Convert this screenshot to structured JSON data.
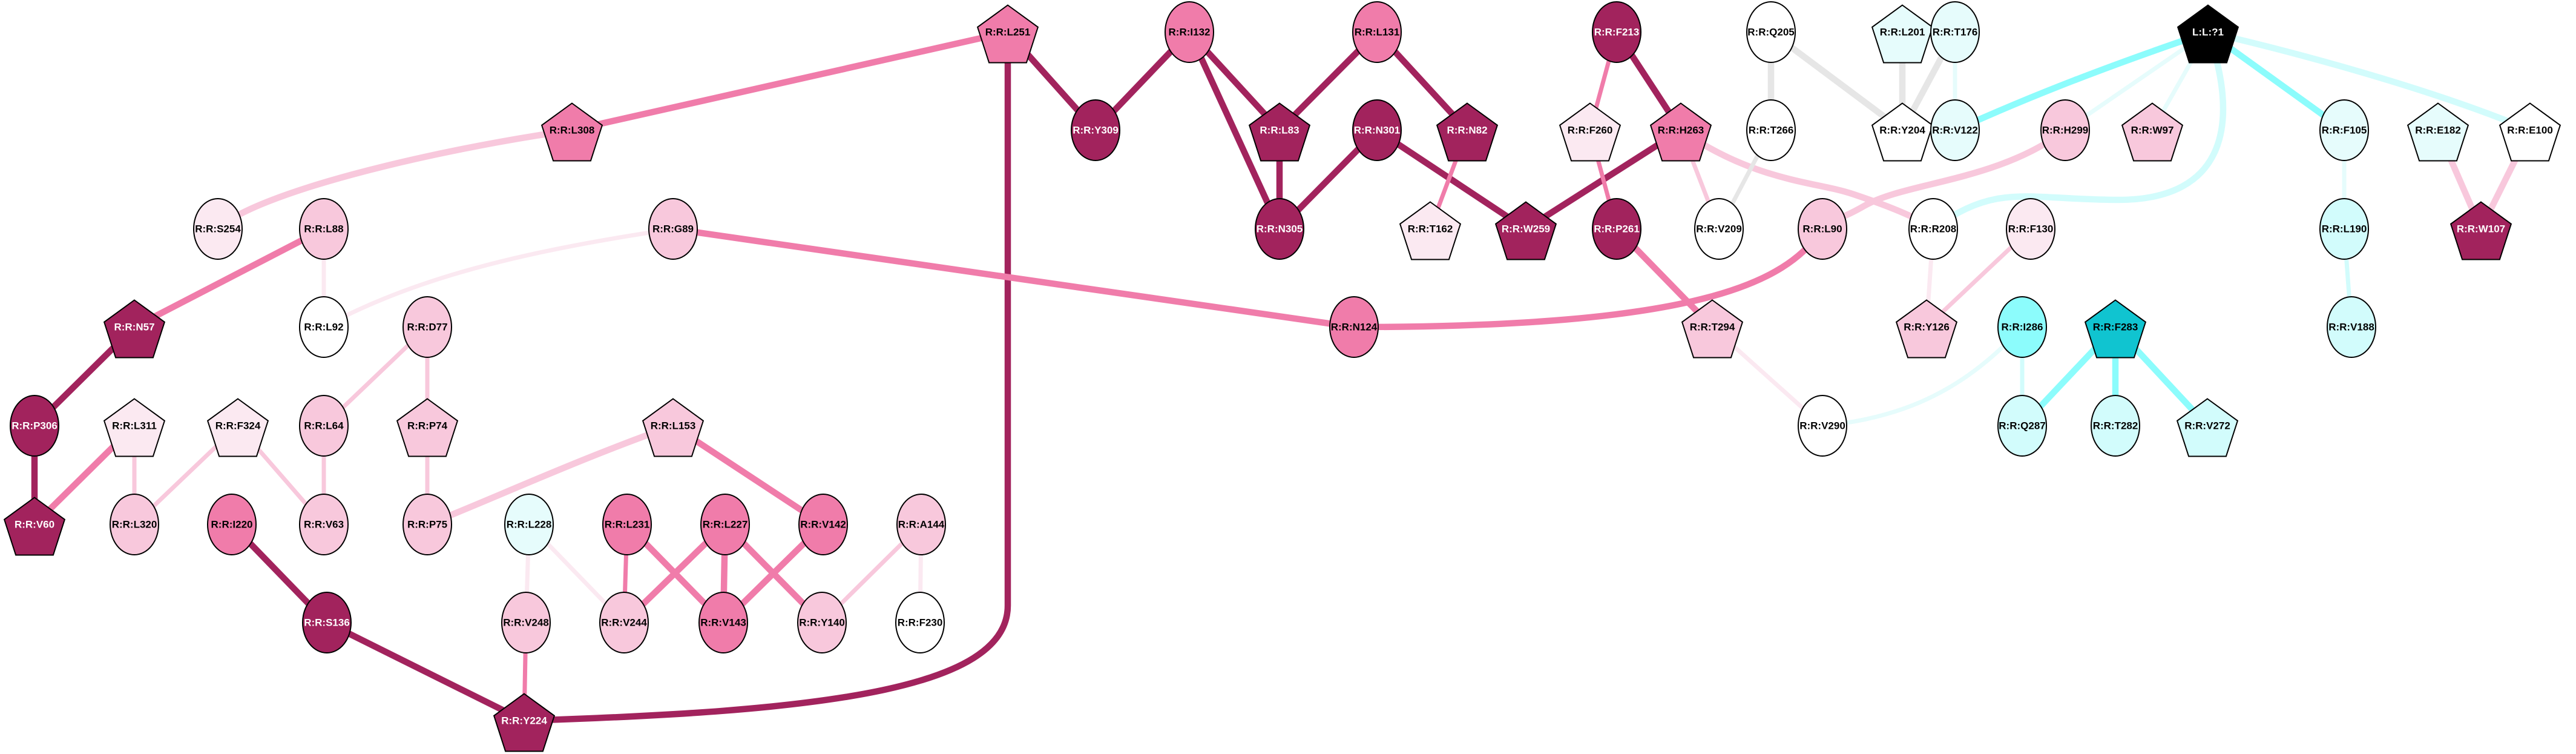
{
  "colors": {
    "dark": "#a2235d",
    "mid": "#f07caa",
    "light": "#f8c8dc",
    "pale": "#fbe9f1",
    "white": "#ffffff",
    "cyanpale": "#e6fcfc",
    "cyanlight": "#d2fcfc",
    "cyan": "#8cfcfc",
    "teal": "#10c4d0",
    "black": "#000000",
    "grey": "#e6e6e6"
  },
  "nodes": [
    {
      "id": "L251",
      "label": "R:R:L251",
      "shape": "pentagon",
      "fill": "mid"
    },
    {
      "id": "I132",
      "label": "R:R:I132",
      "shape": "ellipse",
      "fill": "mid"
    },
    {
      "id": "L131",
      "label": "R:R:L131",
      "shape": "ellipse",
      "fill": "mid"
    },
    {
      "id": "F213",
      "label": "R:R:F213",
      "shape": "ellipse",
      "fill": "dark"
    },
    {
      "id": "Q205",
      "label": "R:R:Q205",
      "shape": "ellipse",
      "fill": "white"
    },
    {
      "id": "L201",
      "label": "R:R:L201",
      "shape": "pentagon",
      "fill": "cyanpale"
    },
    {
      "id": "T176",
      "label": "R:R:T176",
      "shape": "ellipse",
      "fill": "cyanpale"
    },
    {
      "id": "LIG",
      "label": "L:L:?1",
      "shape": "pentagon",
      "fill": "black"
    },
    {
      "id": "L308",
      "label": "R:R:L308",
      "shape": "pentagon",
      "fill": "mid"
    },
    {
      "id": "Y309",
      "label": "R:R:Y309",
      "shape": "ellipse",
      "fill": "dark"
    },
    {
      "id": "L83",
      "label": "R:R:L83",
      "shape": "pentagon",
      "fill": "dark"
    },
    {
      "id": "N301",
      "label": "R:R:N301",
      "shape": "ellipse",
      "fill": "dark"
    },
    {
      "id": "N82",
      "label": "R:R:N82",
      "shape": "pentagon",
      "fill": "dark"
    },
    {
      "id": "F260",
      "label": "R:R:F260",
      "shape": "pentagon",
      "fill": "pale"
    },
    {
      "id": "H263",
      "label": "R:R:H263",
      "shape": "pentagon",
      "fill": "mid"
    },
    {
      "id": "T266",
      "label": "R:R:T266",
      "shape": "ellipse",
      "fill": "white"
    },
    {
      "id": "Y204",
      "label": "R:R:Y204",
      "shape": "pentagon",
      "fill": "white"
    },
    {
      "id": "V122",
      "label": "R:R:V122",
      "shape": "ellipse",
      "fill": "cyanpale"
    },
    {
      "id": "H299",
      "label": "R:R:H299",
      "shape": "ellipse",
      "fill": "light"
    },
    {
      "id": "W97",
      "label": "R:R:W97",
      "shape": "pentagon",
      "fill": "light"
    },
    {
      "id": "F105",
      "label": "R:R:F105",
      "shape": "ellipse",
      "fill": "cyanpale"
    },
    {
      "id": "E182",
      "label": "R:R:E182",
      "shape": "pentagon",
      "fill": "cyanpale"
    },
    {
      "id": "E100",
      "label": "R:R:E100",
      "shape": "pentagon",
      "fill": "white"
    },
    {
      "id": "S254",
      "label": "R:R:S254",
      "shape": "ellipse",
      "fill": "pale"
    },
    {
      "id": "L88",
      "label": "R:R:L88",
      "shape": "ellipse",
      "fill": "light"
    },
    {
      "id": "G89",
      "label": "R:R:G89",
      "shape": "ellipse",
      "fill": "light"
    },
    {
      "id": "N305",
      "label": "R:R:N305",
      "shape": "ellipse",
      "fill": "dark"
    },
    {
      "id": "T162",
      "label": "R:R:T162",
      "shape": "pentagon",
      "fill": "pale"
    },
    {
      "id": "W259",
      "label": "R:R:W259",
      "shape": "pentagon",
      "fill": "dark"
    },
    {
      "id": "P261",
      "label": "R:R:P261",
      "shape": "ellipse",
      "fill": "dark"
    },
    {
      "id": "V209",
      "label": "R:R:V209",
      "shape": "ellipse",
      "fill": "white"
    },
    {
      "id": "L90",
      "label": "R:R:L90",
      "shape": "ellipse",
      "fill": "light"
    },
    {
      "id": "R208",
      "label": "R:R:R208",
      "shape": "ellipse",
      "fill": "white"
    },
    {
      "id": "F130",
      "label": "R:R:F130",
      "shape": "ellipse",
      "fill": "pale"
    },
    {
      "id": "L190",
      "label": "R:R:L190",
      "shape": "ellipse",
      "fill": "cyanlight"
    },
    {
      "id": "W107",
      "label": "R:R:W107",
      "shape": "pentagon",
      "fill": "dark"
    },
    {
      "id": "N57",
      "label": "R:R:N57",
      "shape": "pentagon",
      "fill": "dark"
    },
    {
      "id": "L92",
      "label": "R:R:L92",
      "shape": "ellipse",
      "fill": "white"
    },
    {
      "id": "D77",
      "label": "R:R:D77",
      "shape": "ellipse",
      "fill": "light"
    },
    {
      "id": "N124",
      "label": "R:R:N124",
      "shape": "ellipse",
      "fill": "mid"
    },
    {
      "id": "T294",
      "label": "R:R:T294",
      "shape": "pentagon",
      "fill": "light"
    },
    {
      "id": "Y126",
      "label": "R:R:Y126",
      "shape": "pentagon",
      "fill": "light"
    },
    {
      "id": "I286",
      "label": "R:R:I286",
      "shape": "ellipse",
      "fill": "cyan"
    },
    {
      "id": "F283",
      "label": "R:R:F283",
      "shape": "pentagon",
      "fill": "teal"
    },
    {
      "id": "V188",
      "label": "R:R:V188",
      "shape": "ellipse",
      "fill": "cyanlight"
    },
    {
      "id": "P306",
      "label": "R:R:P306",
      "shape": "ellipse",
      "fill": "dark"
    },
    {
      "id": "L311",
      "label": "R:R:L311",
      "shape": "pentagon",
      "fill": "pale"
    },
    {
      "id": "F324",
      "label": "R:R:F324",
      "shape": "pentagon",
      "fill": "pale"
    },
    {
      "id": "L64",
      "label": "R:R:L64",
      "shape": "ellipse",
      "fill": "light"
    },
    {
      "id": "P74",
      "label": "R:R:P74",
      "shape": "pentagon",
      "fill": "light"
    },
    {
      "id": "L153",
      "label": "R:R:L153",
      "shape": "pentagon",
      "fill": "light"
    },
    {
      "id": "V290",
      "label": "R:R:V290",
      "shape": "ellipse",
      "fill": "white"
    },
    {
      "id": "Q287",
      "label": "R:R:Q287",
      "shape": "ellipse",
      "fill": "cyanlight"
    },
    {
      "id": "T282",
      "label": "R:R:T282",
      "shape": "ellipse",
      "fill": "cyanlight"
    },
    {
      "id": "V272",
      "label": "R:R:V272",
      "shape": "pentagon",
      "fill": "cyanlight"
    },
    {
      "id": "V60",
      "label": "R:R:V60",
      "shape": "pentagon",
      "fill": "dark"
    },
    {
      "id": "L320",
      "label": "R:R:L320",
      "shape": "ellipse",
      "fill": "light"
    },
    {
      "id": "I220",
      "label": "R:R:I220",
      "shape": "ellipse",
      "fill": "mid"
    },
    {
      "id": "V63",
      "label": "R:R:V63",
      "shape": "ellipse",
      "fill": "light"
    },
    {
      "id": "P75",
      "label": "R:R:P75",
      "shape": "ellipse",
      "fill": "light"
    },
    {
      "id": "L228",
      "label": "R:R:L228",
      "shape": "ellipse",
      "fill": "cyanpale"
    },
    {
      "id": "L231",
      "label": "R:R:L231",
      "shape": "ellipse",
      "fill": "mid"
    },
    {
      "id": "L227",
      "label": "R:R:L227",
      "shape": "ellipse",
      "fill": "mid"
    },
    {
      "id": "V142",
      "label": "R:R:V142",
      "shape": "ellipse",
      "fill": "mid"
    },
    {
      "id": "A144",
      "label": "R:R:A144",
      "shape": "ellipse",
      "fill": "light"
    },
    {
      "id": "S136",
      "label": "R:R:S136",
      "shape": "ellipse",
      "fill": "dark"
    },
    {
      "id": "V248",
      "label": "R:R:V248",
      "shape": "ellipse",
      "fill": "light"
    },
    {
      "id": "V244",
      "label": "R:R:V244",
      "shape": "ellipse",
      "fill": "light"
    },
    {
      "id": "V143",
      "label": "R:R:V143",
      "shape": "ellipse",
      "fill": "mid"
    },
    {
      "id": "Y140",
      "label": "R:R:Y140",
      "shape": "ellipse",
      "fill": "light"
    },
    {
      "id": "F230",
      "label": "R:R:F230",
      "shape": "ellipse",
      "fill": "white"
    },
    {
      "id": "Y224",
      "label": "R:R:Y224",
      "shape": "pentagon",
      "fill": "dark"
    }
  ],
  "edges": [
    {
      "from": "L251",
      "to": "L308",
      "color": "mid",
      "weight": 3
    },
    {
      "from": "L251",
      "to": "Y309",
      "color": "dark",
      "weight": 3
    },
    {
      "from": "L251",
      "to": "Y224",
      "color": "dark",
      "weight": 3
    },
    {
      "from": "I132",
      "to": "Y309",
      "color": "dark",
      "weight": 3
    },
    {
      "from": "I132",
      "to": "L83",
      "color": "dark",
      "weight": 3
    },
    {
      "from": "I132",
      "to": "N305",
      "color": "dark",
      "weight": 3
    },
    {
      "from": "L131",
      "to": "L83",
      "color": "dark",
      "weight": 3
    },
    {
      "from": "L131",
      "to": "N82",
      "color": "dark",
      "weight": 3
    },
    {
      "from": "L83",
      "to": "N305",
      "color": "dark",
      "weight": 3
    },
    {
      "from": "N301",
      "to": "N305",
      "color": "dark",
      "weight": 3
    },
    {
      "from": "N301",
      "to": "W259",
      "color": "dark",
      "weight": 3
    },
    {
      "from": "N82",
      "to": "T162",
      "color": "mid",
      "weight": 2
    },
    {
      "from": "F213",
      "to": "F260",
      "color": "mid",
      "weight": 2
    },
    {
      "from": "F213",
      "to": "H263",
      "color": "dark",
      "weight": 3
    },
    {
      "from": "H263",
      "to": "W259",
      "color": "dark",
      "weight": 3
    },
    {
      "from": "F260",
      "to": "P261",
      "color": "mid",
      "weight": 2
    },
    {
      "from": "H263",
      "to": "V209",
      "color": "light",
      "weight": 2
    },
    {
      "from": "H263",
      "to": "R208",
      "color": "light",
      "weight": 3
    },
    {
      "from": "P261",
      "to": "T294",
      "color": "mid",
      "weight": 3
    },
    {
      "from": "Q205",
      "to": "T266",
      "color": "grey",
      "weight": 3
    },
    {
      "from": "Q205",
      "to": "Y204",
      "color": "grey",
      "weight": 3
    },
    {
      "from": "L201",
      "to": "Y204",
      "color": "grey",
      "weight": 3
    },
    {
      "from": "T176",
      "to": "Y204",
      "color": "grey",
      "weight": 3
    },
    {
      "from": "T176",
      "to": "V122",
      "color": "cyanpale",
      "weight": 2
    },
    {
      "from": "T266",
      "to": "V209",
      "color": "grey",
      "weight": 2
    },
    {
      "from": "LIG",
      "to": "V122",
      "color": "cyan",
      "weight": 3
    },
    {
      "from": "LIG",
      "to": "H299",
      "color": "cyanpale",
      "weight": 2
    },
    {
      "from": "LIG",
      "to": "W97",
      "color": "cyanpale",
      "weight": 2
    },
    {
      "from": "LIG",
      "to": "R208",
      "color": "cyanlight",
      "weight": 3
    },
    {
      "from": "LIG",
      "to": "F105",
      "color": "cyan",
      "weight": 3
    },
    {
      "from": "LIG",
      "to": "E100",
      "color": "cyanlight",
      "weight": 3
    },
    {
      "from": "H299",
      "to": "L90",
      "color": "light",
      "weight": 3
    },
    {
      "from": "L90",
      "to": "N124",
      "color": "mid",
      "weight": 3
    },
    {
      "from": "G89",
      "to": "N124",
      "color": "mid",
      "weight": 3
    },
    {
      "from": "G89",
      "to": "L92",
      "color": "pale",
      "weight": 2
    },
    {
      "from": "L308",
      "to": "S254",
      "color": "light",
      "weight": 3
    },
    {
      "from": "L88",
      "to": "N57",
      "color": "mid",
      "weight": 3
    },
    {
      "from": "L88",
      "to": "L92",
      "color": "pale",
      "weight": 2
    },
    {
      "from": "N57",
      "to": "P306",
      "color": "dark",
      "weight": 3
    },
    {
      "from": "P306",
      "to": "V60",
      "color": "dark",
      "weight": 3
    },
    {
      "from": "L311",
      "to": "V60",
      "color": "mid",
      "weight": 3
    },
    {
      "from": "L311",
      "to": "L320",
      "color": "light",
      "weight": 2
    },
    {
      "from": "F324",
      "to": "L320",
      "color": "light",
      "weight": 2
    },
    {
      "from": "F324",
      "to": "V63",
      "color": "light",
      "weight": 2
    },
    {
      "from": "D77",
      "to": "L64",
      "color": "light",
      "weight": 2
    },
    {
      "from": "D77",
      "to": "P74",
      "color": "light",
      "weight": 2
    },
    {
      "from": "L64",
      "to": "V63",
      "color": "light",
      "weight": 2
    },
    {
      "from": "P74",
      "to": "P75",
      "color": "light",
      "weight": 2
    },
    {
      "from": "L153",
      "to": "P75",
      "color": "light",
      "weight": 3
    },
    {
      "from": "L153",
      "to": "V142",
      "color": "mid",
      "weight": 3
    },
    {
      "from": "R208",
      "to": "Y126",
      "color": "pale",
      "weight": 2
    },
    {
      "from": "F130",
      "to": "Y126",
      "color": "light",
      "weight": 2
    },
    {
      "from": "T294",
      "to": "V290",
      "color": "pale",
      "weight": 2
    },
    {
      "from": "I286",
      "to": "V290",
      "color": "cyanpale",
      "weight": 2
    },
    {
      "from": "I286",
      "to": "Q287",
      "color": "cyanlight",
      "weight": 2
    },
    {
      "from": "F283",
      "to": "Q287",
      "color": "cyan",
      "weight": 3
    },
    {
      "from": "F283",
      "to": "T282",
      "color": "cyan",
      "weight": 3
    },
    {
      "from": "F283",
      "to": "V272",
      "color": "cyan",
      "weight": 3
    },
    {
      "from": "F105",
      "to": "L190",
      "color": "cyanpale",
      "weight": 2
    },
    {
      "from": "L190",
      "to": "V188",
      "color": "cyanlight",
      "weight": 2
    },
    {
      "from": "E182",
      "to": "W107",
      "color": "light",
      "weight": 3
    },
    {
      "from": "E100",
      "to": "W107",
      "color": "light",
      "weight": 3
    },
    {
      "from": "I220",
      "to": "S136",
      "color": "dark",
      "weight": 3
    },
    {
      "from": "S136",
      "to": "Y224",
      "color": "dark",
      "weight": 3
    },
    {
      "from": "L228",
      "to": "V248",
      "color": "pale",
      "weight": 2
    },
    {
      "from": "L228",
      "to": "V244",
      "color": "pale",
      "weight": 2
    },
    {
      "from": "V248",
      "to": "Y224",
      "color": "mid",
      "weight": 2
    },
    {
      "from": "L231",
      "to": "V244",
      "color": "mid",
      "weight": 2
    },
    {
      "from": "L231",
      "to": "V143",
      "color": "mid",
      "weight": 3
    },
    {
      "from": "L227",
      "to": "V244",
      "color": "mid",
      "weight": 3
    },
    {
      "from": "L227",
      "to": "V143",
      "color": "mid",
      "weight": 3
    },
    {
      "from": "L227",
      "to": "Y140",
      "color": "mid",
      "weight": 3
    },
    {
      "from": "V142",
      "to": "V143",
      "color": "mid",
      "weight": 3
    },
    {
      "from": "A144",
      "to": "Y140",
      "color": "light",
      "weight": 2
    },
    {
      "from": "A144",
      "to": "F230",
      "color": "pale",
      "weight": 2
    }
  ]
}
